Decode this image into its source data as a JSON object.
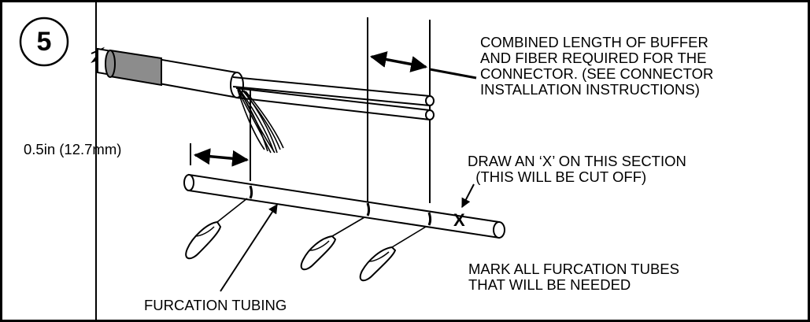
{
  "step_number": "5",
  "labels": {
    "connector_length": "COMBINED LENGTH OF BUFFER\nAND FIBER REQUIRED FOR THE\nCONNECTOR. (SEE CONNECTOR\nINSTALLATION INSTRUCTIONS)",
    "strip_length": "0.5in (12.7mm)",
    "draw_x": "DRAW AN ‘X’ ON THIS SECTION\n  (THIS WILL BE CUT OFF)",
    "mark_all": "MARK ALL FURCATION TUBES\nTHAT WILL BE NEEDED",
    "furcation_tubing": "FURCATION TUBING",
    "x_mark": "X"
  },
  "colors": {
    "line": "#000000",
    "cable_band": "#8c8c8c",
    "background": "#ffffff"
  },
  "icons": [
    "pen-icon",
    "pen-icon",
    "pen-icon"
  ]
}
